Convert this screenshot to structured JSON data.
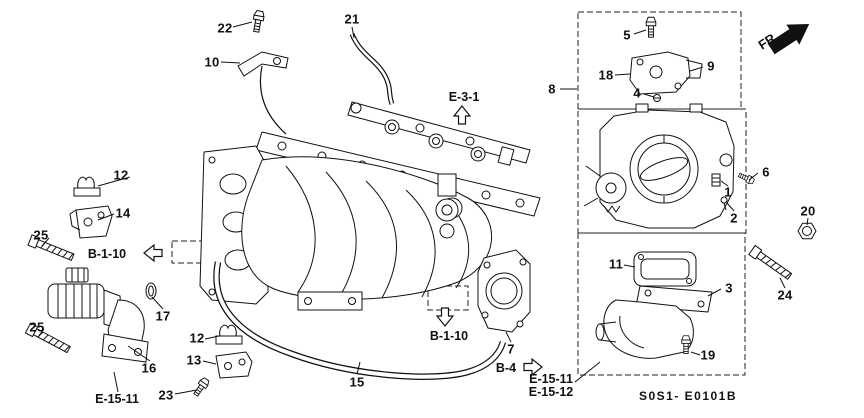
{
  "diagram": {
    "fr": "FR.",
    "code": "S0S1- E0101B",
    "callouts": {
      "n22": "22",
      "n10": "10",
      "n21": "21",
      "n12a": "12",
      "n14": "14",
      "n25a": "25",
      "n17": "17",
      "n25b": "25",
      "n16": "16",
      "n12b": "12",
      "n13": "13",
      "n23": "23",
      "n15": "15",
      "n7": "7",
      "n8": "8",
      "n5": "5",
      "n18": "18",
      "n9": "9",
      "n4": "4",
      "n6": "6",
      "n1": "1",
      "n2": "2",
      "n20": "20",
      "n11": "11",
      "n3": "3",
      "n24": "24",
      "n19": "19"
    },
    "refs": {
      "e31": "E-3-1",
      "b110_left": "B-1-10",
      "b110_bottom": "B-1-10",
      "b4": "B-4",
      "e1511_left": "E-15-11",
      "e1511_right": "E-15-11",
      "e1512_right": "E-15-12"
    }
  }
}
